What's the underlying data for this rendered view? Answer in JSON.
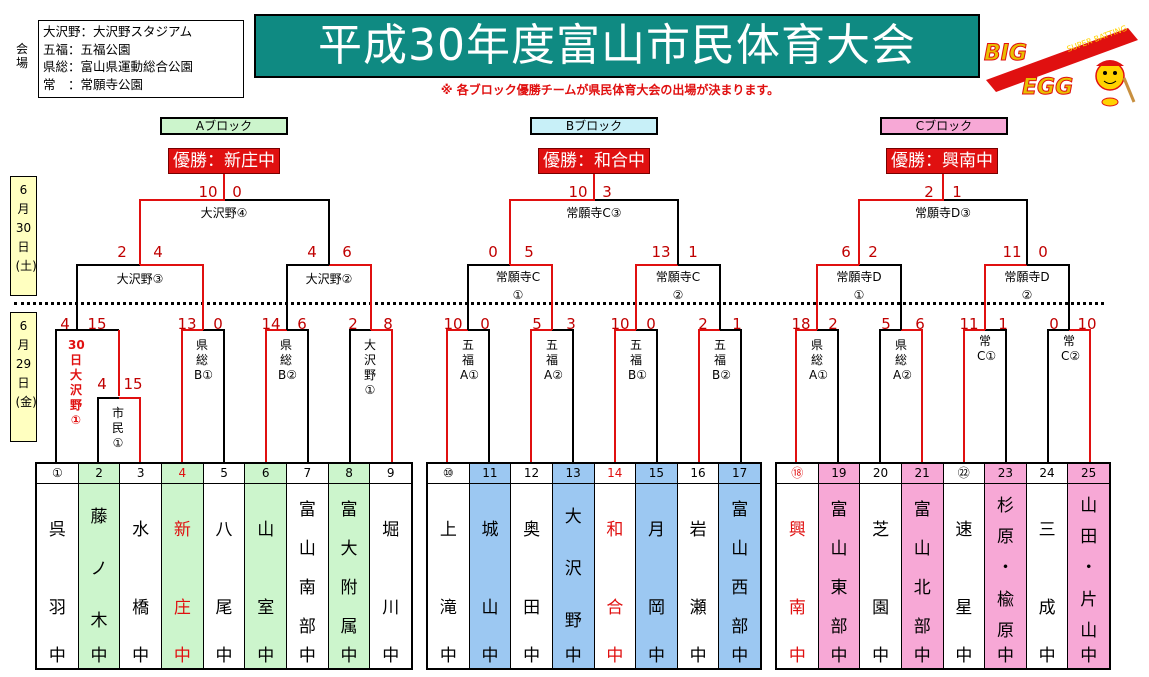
{
  "venue": {
    "label": "会場",
    "lines": [
      "大沢野：大沢野スタジアム",
      "五福：五福公園",
      "県総：富山県運動総合公園",
      "常　：常願寺公園"
    ]
  },
  "title": "平成30年度富山市民体育大会",
  "note": "※ 各ブロック優勝チームが県民体育大会の出場が決まります。",
  "logo": {
    "line1": "BIG",
    "line2": "EGG",
    "tag": "SUPER BATTING"
  },
  "dates": {
    "day2": "6月30日(土)",
    "day1": "6月29日(金)"
  },
  "blocks": [
    {
      "label": "Aブロック",
      "champion": "優勝：新庄中",
      "color": "#ccf5cc"
    },
    {
      "label": "Bブロック",
      "champion": "優勝：和合中",
      "color": "#c8f0f8"
    },
    {
      "label": "Cブロック",
      "champion": "優勝：興南中",
      "color": "#f7a8d6"
    }
  ],
  "matches": {
    "a_final": "大沢野④",
    "a_sf1": "大沢野③",
    "a_sf2": "大沢野②",
    "a_r1_1": "30日大沢野①",
    "a_r1_1b": "市民①",
    "a_r1_2": "県総B①",
    "a_r1_3": "県総B②",
    "a_r1_4": "大沢野①",
    "b_final": "常願寺C③",
    "b_sf1": "常願寺C",
    "b_sf1n": "①",
    "b_sf2": "常願寺C",
    "b_sf2n": "②",
    "b_r1_1": "五福A①",
    "b_r1_2": "五福A②",
    "b_r1_3": "五福B①",
    "b_r1_4": "五福B②",
    "c_final": "常願寺D③",
    "c_sf1": "常願寺D",
    "c_sf1n": "①",
    "c_sf2": "常願寺D",
    "c_sf2n": "②",
    "c_r1_1": "県総A①",
    "c_r1_2": "県総A②",
    "c_r1_3": "常C①",
    "c_r1_4": "常C②"
  },
  "scores": {
    "a_final": [
      "10",
      "0"
    ],
    "a_sf1": [
      "2",
      "4"
    ],
    "a_sf2": [
      "4",
      "6"
    ],
    "a_r1_1": [
      "4",
      "15"
    ],
    "a_pre": [
      "4",
      "15"
    ],
    "a_r1_2": [
      "13",
      "0"
    ],
    "a_r1_3": [
      "14",
      "6"
    ],
    "a_r1_4": [
      "2",
      "8"
    ],
    "b_final": [
      "10",
      "3"
    ],
    "b_sf1": [
      "0",
      "5"
    ],
    "b_sf2": [
      "13",
      "1"
    ],
    "b_r1_1": [
      "10",
      "0"
    ],
    "b_r1_2": [
      "5",
      "3"
    ],
    "b_r1_3": [
      "10",
      "0"
    ],
    "b_r1_4": [
      "2",
      "1"
    ],
    "c_final": [
      "2",
      "1"
    ],
    "c_sf1": [
      "6",
      "2"
    ],
    "c_sf2": [
      "11",
      "0"
    ],
    "c_r1_1": [
      "18",
      "2"
    ],
    "c_r1_2": [
      "5",
      "6"
    ],
    "c_r1_3": [
      "11",
      "1"
    ],
    "c_r1_4": [
      "0",
      "10"
    ]
  },
  "teams": [
    {
      "num": "①",
      "chars": [
        "呉",
        "羽"
      ],
      "color": "none"
    },
    {
      "num": "2",
      "chars": [
        "藤",
        "ノ",
        "木"
      ],
      "color": "green"
    },
    {
      "num": "3",
      "chars": [
        "水",
        "橋"
      ],
      "color": "none"
    },
    {
      "num": "4",
      "chars": [
        "新",
        "庄"
      ],
      "color": "green",
      "winner": true
    },
    {
      "num": "5",
      "chars": [
        "八",
        "尾"
      ],
      "color": "none"
    },
    {
      "num": "6",
      "chars": [
        "山",
        "室"
      ],
      "color": "green"
    },
    {
      "num": "7",
      "chars": [
        "富",
        "山",
        "南",
        "部"
      ],
      "color": "none"
    },
    {
      "num": "8",
      "chars": [
        "富",
        "大",
        "附",
        "属"
      ],
      "color": "green"
    },
    {
      "num": "9",
      "chars": [
        "堀",
        "川"
      ],
      "color": "none"
    },
    {
      "num": "⑩",
      "chars": [
        "上",
        "滝"
      ],
      "color": "none"
    },
    {
      "num": "11",
      "chars": [
        "城",
        "山"
      ],
      "color": "blue"
    },
    {
      "num": "12",
      "chars": [
        "奥",
        "田"
      ],
      "color": "none"
    },
    {
      "num": "13",
      "chars": [
        "大",
        "沢",
        "野"
      ],
      "color": "blue"
    },
    {
      "num": "14",
      "chars": [
        "和",
        "合"
      ],
      "color": "none",
      "winner": true
    },
    {
      "num": "15",
      "chars": [
        "月",
        "岡"
      ],
      "color": "blue"
    },
    {
      "num": "16",
      "chars": [
        "岩",
        "瀬"
      ],
      "color": "none"
    },
    {
      "num": "17",
      "chars": [
        "富",
        "山",
        "西",
        "部"
      ],
      "color": "blue"
    },
    {
      "num": "⑱",
      "chars": [
        "興",
        "南"
      ],
      "color": "none",
      "winner": true
    },
    {
      "num": "19",
      "chars": [
        "富",
        "山",
        "東",
        "部"
      ],
      "color": "pink"
    },
    {
      "num": "20",
      "chars": [
        "芝",
        "園"
      ],
      "color": "none"
    },
    {
      "num": "21",
      "chars": [
        "富",
        "山",
        "北",
        "部"
      ],
      "color": "pink"
    },
    {
      "num": "㉒",
      "chars": [
        "速",
        "星"
      ],
      "color": "none"
    },
    {
      "num": "23",
      "chars": [
        "杉",
        "原",
        "・",
        "楡",
        "原"
      ],
      "color": "pink"
    },
    {
      "num": "24",
      "chars": [
        "三",
        "成"
      ],
      "color": "none"
    },
    {
      "num": "25",
      "chars": [
        "山",
        "田",
        "・",
        "片",
        "山"
      ],
      "color": "pink"
    }
  ],
  "suffix": "中",
  "colors": {
    "winner_line": "#e01010",
    "loser_line": "#000000",
    "banner": "#0f8a82"
  }
}
